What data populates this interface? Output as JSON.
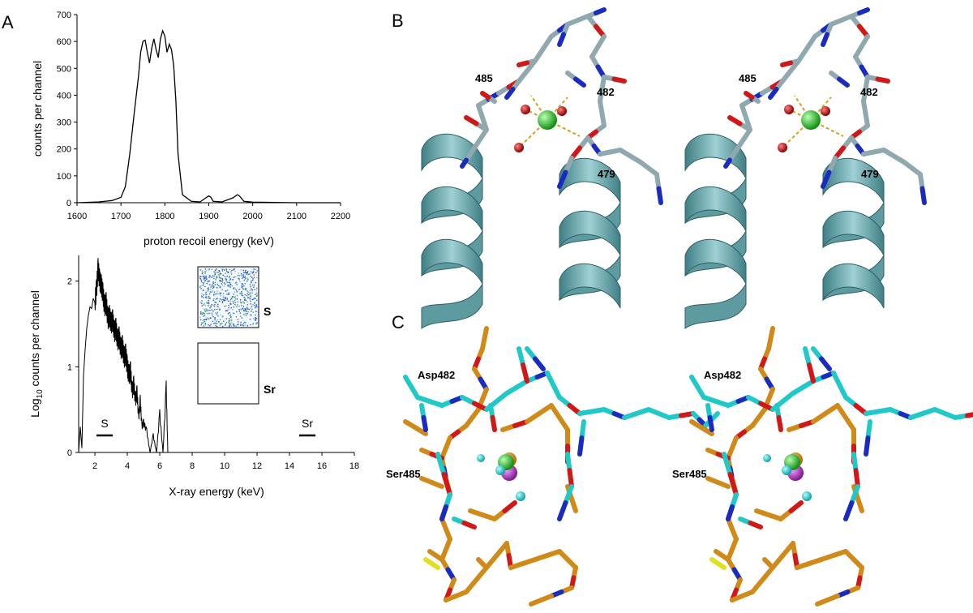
{
  "panels": {
    "a_label": "A",
    "b_label": "B",
    "c_label": "C"
  },
  "colors": {
    "helix": "#6fa8ad",
    "stick_gray": "#8fa9ae",
    "calcium": "#22b422",
    "water": "#c81010",
    "nitrogen": "#1a2bbf",
    "oxygen": "#d01818",
    "stick_orange": "#d08a1a",
    "stick_cyan": "#20c8c8",
    "sulfur": "#e0e020",
    "magenta_ion": "#b030c0",
    "hbond": "#d0a020"
  },
  "chart_data": [
    {
      "type": "line",
      "ylabel": "counts per channel",
      "xlabel": "proton recoil energy (keV)",
      "xlim": [
        1600,
        2200
      ],
      "ylim": [
        0,
        700
      ],
      "xticks": [
        "1600",
        "1700",
        "1800",
        "1900",
        "2000",
        "2100",
        "2200"
      ],
      "yticks": [
        "0",
        "100",
        "200",
        "300",
        "400",
        "500",
        "600",
        "700"
      ],
      "x": [
        1600,
        1650,
        1680,
        1700,
        1710,
        1720,
        1730,
        1740,
        1745,
        1750,
        1755,
        1760,
        1765,
        1770,
        1775,
        1780,
        1785,
        1790,
        1795,
        1800,
        1805,
        1810,
        1815,
        1820,
        1825,
        1830,
        1840,
        1860,
        1880,
        1895,
        1900,
        1905,
        1910,
        1930,
        1955,
        1965,
        1970,
        1980,
        2000,
        2100,
        2200
      ],
      "y": [
        0,
        3,
        8,
        20,
        60,
        180,
        330,
        470,
        560,
        600,
        605,
        560,
        520,
        575,
        610,
        570,
        540,
        610,
        640,
        620,
        560,
        590,
        570,
        510,
        380,
        180,
        30,
        5,
        3,
        20,
        25,
        20,
        5,
        3,
        18,
        30,
        25,
        5,
        2,
        0,
        0
      ]
    },
    {
      "type": "line",
      "ylabel": "Log10 counts per channel",
      "ylabel_main": "Log",
      "ylabel_sub": "10",
      "ylabel_rest": " counts per channel",
      "xlabel": "X-ray energy (keV)",
      "xlim": [
        1,
        18
      ],
      "ylim": [
        0,
        2.3
      ],
      "xticks": [
        "2",
        "4",
        "6",
        "8",
        "10",
        "12",
        "14",
        "16",
        "18"
      ],
      "yticks": [
        "0",
        "1",
        "2"
      ],
      "x": [
        1.0,
        1.1,
        1.2,
        1.3,
        1.4,
        1.5,
        1.6,
        1.7,
        1.8,
        1.9,
        2.0,
        2.1,
        2.2,
        2.3,
        2.4,
        2.5,
        2.6,
        2.7,
        2.8,
        2.9,
        3.0,
        3.1,
        3.2,
        3.3,
        3.4,
        3.5,
        3.6,
        3.7,
        3.8,
        3.9,
        4.0,
        4.1,
        4.2,
        4.3,
        4.4,
        4.5,
        4.6,
        4.7,
        4.8,
        4.9,
        5.0,
        5.2,
        5.4,
        5.6,
        5.8,
        6.0,
        6.2,
        6.4,
        6.5
      ],
      "y": [
        0.0,
        0.3,
        0.05,
        0.9,
        1.2,
        1.45,
        1.6,
        1.7,
        1.68,
        1.8,
        1.75,
        1.9,
        2.15,
        2.0,
        1.95,
        1.85,
        1.7,
        1.75,
        1.55,
        1.6,
        1.5,
        1.55,
        1.4,
        1.45,
        1.3,
        1.35,
        1.2,
        1.25,
        1.1,
        1.15,
        1.0,
        0.9,
        0.95,
        0.7,
        0.8,
        0.6,
        0.7,
        0.4,
        0.6,
        0.3,
        0.35,
        0.25,
        0.0,
        0.2,
        0.0,
        0.45,
        0.0,
        0.75,
        0.0
      ],
      "markers": [
        {
          "label": "S",
          "x": 2.6
        },
        {
          "label": "Sr",
          "x": 15.1
        }
      ],
      "insets": [
        {
          "label": "S"
        },
        {
          "label": "Sr"
        }
      ]
    }
  ],
  "structure_b": {
    "labels": [
      "485",
      "482",
      "479"
    ]
  },
  "structure_c": {
    "labels": [
      "Asp482",
      "Ser485"
    ]
  }
}
